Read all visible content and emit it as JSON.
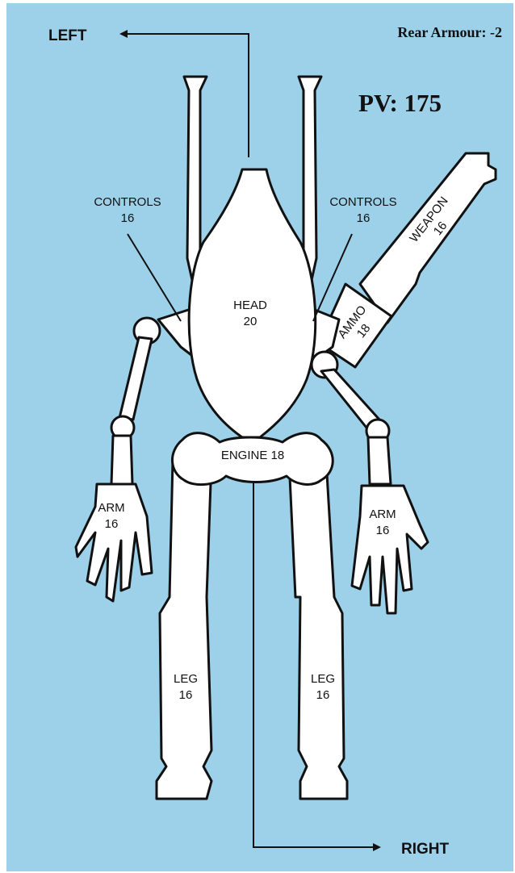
{
  "header": {
    "rear_armour": "Rear Armour: -2",
    "pv": "PV: 175"
  },
  "directions": {
    "left": "LEFT",
    "right": "RIGHT"
  },
  "locations": {
    "head": {
      "name": "HEAD",
      "value": "20"
    },
    "engine": {
      "label": "ENGINE 18"
    },
    "controls_left": {
      "name": "CONTROLS",
      "value": "16"
    },
    "controls_right": {
      "name": "CONTROLS",
      "value": "16"
    },
    "weapon": {
      "name": "WEAPON",
      "value": "16"
    },
    "ammo": {
      "name": "AMMO",
      "value": "18"
    },
    "arm_left": {
      "name": "ARM",
      "value": "16"
    },
    "arm_right": {
      "name": "ARM",
      "value": "16"
    },
    "leg_left": {
      "name": "LEG",
      "value": "16"
    },
    "leg_right": {
      "name": "LEG",
      "value": "16"
    }
  },
  "colors": {
    "background": "#9dd1ea",
    "body": "#ffffff",
    "outline": "#111111"
  }
}
